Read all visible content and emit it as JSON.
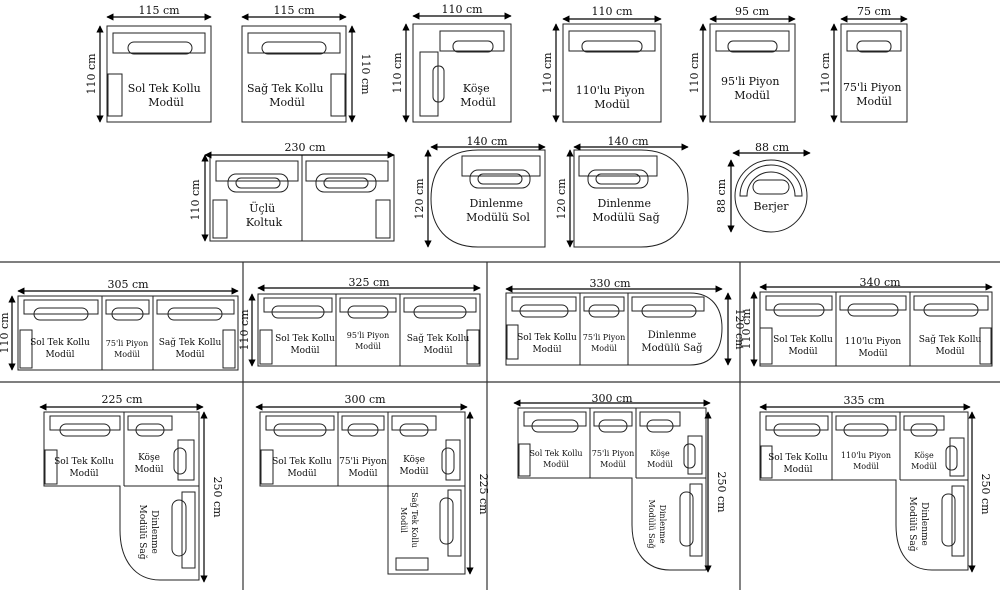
{
  "modules": [
    {
      "dim_w": "115 cm",
      "dim_h": "110 cm",
      "label": [
        "Sol Tek Kollu",
        "Modül"
      ]
    },
    {
      "dim_w": "115 cm",
      "dim_h": "110 cm",
      "label": [
        "Sağ Tek Kollu",
        "Modül"
      ]
    },
    {
      "dim_w": "110 cm",
      "dim_h": "110 cm",
      "label": [
        "Köşe",
        "Modül"
      ]
    },
    {
      "dim_w": "110 cm",
      "dim_h": "110 cm",
      "label": [
        "110'lu Piyon",
        "Modül"
      ]
    },
    {
      "dim_w": "95 cm",
      "dim_h": "110 cm",
      "label": [
        "95'li Piyon",
        "Modül"
      ]
    },
    {
      "dim_w": "75 cm",
      "dim_h": "110 cm",
      "label": [
        "75'li Piyon",
        "Modül"
      ]
    },
    {
      "dim_w": "230 cm",
      "dim_h": "110 cm",
      "label": [
        "Üçlü",
        "Koltuk"
      ]
    },
    {
      "dim_w": "140 cm",
      "dim_h": "120 cm",
      "label": [
        "Dinlenme",
        "Modülü Sol"
      ]
    },
    {
      "dim_w": "140 cm",
      "dim_h": "120 cm",
      "label": [
        "Dinlenme",
        "Modülü Sağ"
      ]
    },
    {
      "dim_w": "88 cm",
      "dim_h": "88 cm",
      "label": [
        "Berjer"
      ]
    }
  ],
  "combos_straight": [
    {
      "dim_w": "305 cm",
      "dim_h": "110 cm",
      "parts": [
        [
          "Sol Tek Kollu",
          "Modül"
        ],
        [
          "75'li Piyon",
          "Modül"
        ],
        [
          "Sağ Tek Kollu",
          "Modül"
        ]
      ]
    },
    {
      "dim_w": "325 cm",
      "dim_h": "110 cm",
      "parts": [
        [
          "Sol Tek Kollu",
          "Modül"
        ],
        [
          "95'li Piyon",
          "Modül"
        ],
        [
          "Sağ Tek Kollu",
          "Modül"
        ]
      ]
    },
    {
      "dim_w": "330 cm",
      "dim_h": "120 cm",
      "parts": [
        [
          "Sol Tek Kollu",
          "Modül"
        ],
        [
          "75'li Piyon",
          "Modül"
        ],
        [
          "Dinlenme",
          "Modülü Sağ"
        ]
      ]
    },
    {
      "dim_w": "340 cm",
      "dim_h": "110 cm",
      "parts": [
        [
          "Sol Tek Kollu",
          "Modül"
        ],
        [
          "110'lu Piyon",
          "Modül"
        ],
        [
          "Sağ Tek Kollu",
          "Modül"
        ]
      ]
    }
  ],
  "combos_corner": [
    {
      "dim_w": "225 cm",
      "dim_h": "250 cm",
      "parts": [
        [
          "Sol Tek Kollu",
          "Modül"
        ],
        [
          "Köşe",
          "Modül"
        ],
        [
          "Dinlenme",
          "Modülü Sağ"
        ]
      ]
    },
    {
      "dim_w": "300 cm",
      "dim_h": "225 cm",
      "parts": [
        [
          "Sol Tek Kollu",
          "Modül"
        ],
        [
          "75'li Piyon",
          "Modül"
        ],
        [
          "Köşe",
          "Modül"
        ],
        [
          "Sağ Tek Kollu",
          "Modül"
        ]
      ]
    },
    {
      "dim_w": "300 cm",
      "dim_h": "250 cm",
      "parts": [
        [
          "Sol Tek Kollu",
          "Modül"
        ],
        [
          "75'li Piyon",
          "Modül"
        ],
        [
          "Köşe",
          "Modül"
        ],
        [
          "Dinlenme",
          "Modülü Sağ"
        ]
      ]
    },
    {
      "dim_w": "335 cm",
      "dim_h": "250 cm",
      "parts": [
        [
          "Sol Tek Kollu",
          "Modül"
        ],
        [
          "110'lu Piyon",
          "Modül"
        ],
        [
          "Köşe",
          "Modül"
        ],
        [
          "Dinlenme",
          "Modülü Sağ"
        ]
      ]
    }
  ]
}
